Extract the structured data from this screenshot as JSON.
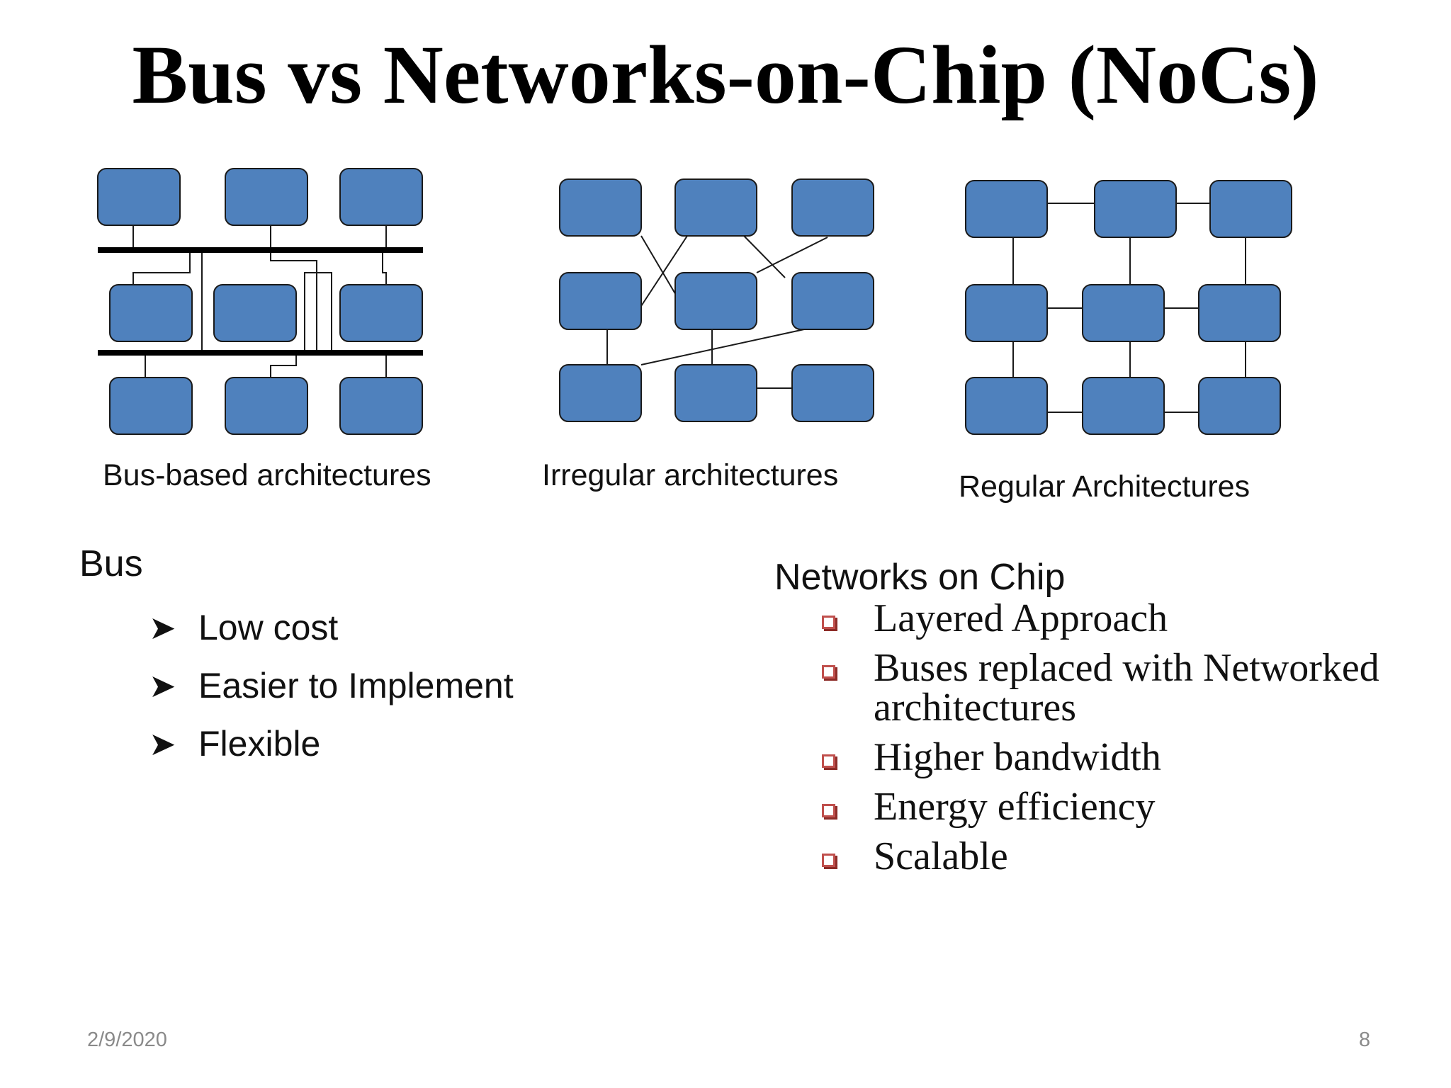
{
  "title": "Bus vs Networks-on-Chip (NoCs)",
  "diagrams": {
    "bus_caption": "Bus-based architectures",
    "irregular_caption": "Irregular architectures",
    "regular_caption": "Regular Architectures",
    "node_color": "#4f81bd"
  },
  "bus": {
    "heading": "Bus",
    "bullet_icon": "arrow-bullet-icon",
    "items": [
      "Low cost",
      "Easier to Implement",
      "Flexible"
    ]
  },
  "noc": {
    "heading": "Networks on Chip",
    "bullet_icon": "square-bullet-icon",
    "bullet_color": "#c0504d",
    "items": [
      "Layered Approach",
      "Buses replaced with Networked architectures",
      "Higher bandwidth",
      "Energy efficiency",
      "Scalable"
    ]
  },
  "footer": {
    "date": "2/9/2020",
    "page": "8"
  }
}
